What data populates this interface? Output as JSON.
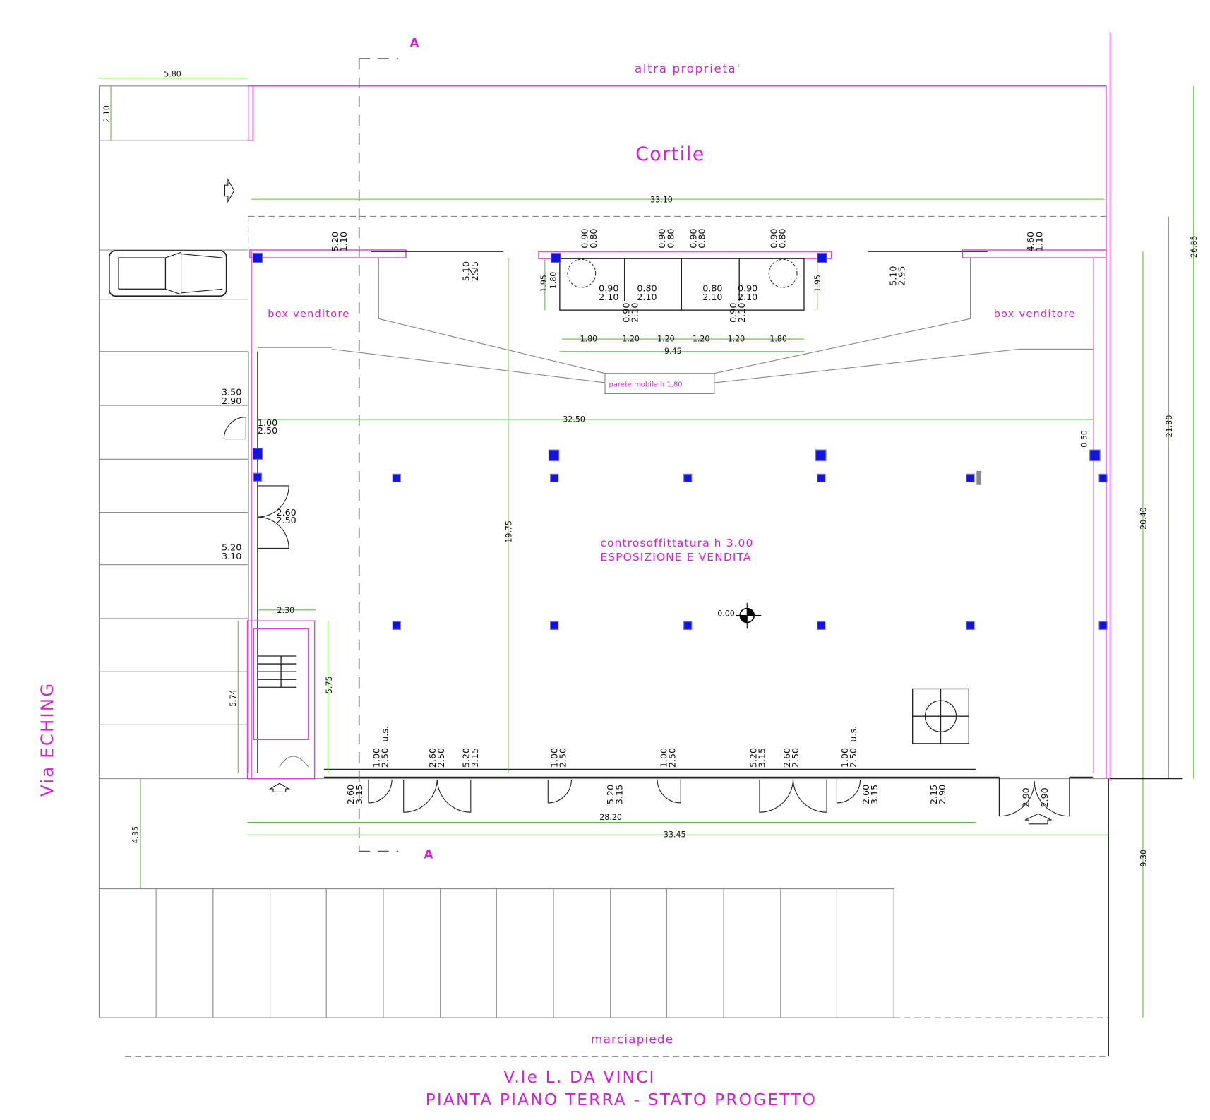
{
  "drawing": {
    "title": "PIANTA PIANO TERRA - STATO PROGETTO",
    "street_bottom": "V.le L. DA VINCI",
    "street_left": "Via ECHING",
    "colors": {
      "labels": "#d61fd6",
      "walls": "#e33de3",
      "dimensions": "#5cc23a",
      "columns": "#1414d8",
      "lines": "#222222"
    }
  },
  "areas": {
    "neighbor": "altra proprieta'",
    "courtyard": "Cortile",
    "sidewalk": "marciapiede",
    "box_left": "box venditore",
    "box_right": "box venditore",
    "movable_wall": "parete mobile h 1,80",
    "main_hall_line1": "controsoffittatura h 3.00",
    "main_hall_line2": "ESPOSIZIONE E VENDITA",
    "elevation_mark": "0.00"
  },
  "section_marker": {
    "label": "A"
  },
  "dimensions": {
    "top_box_width": "5.80",
    "top_box_height": "2.10",
    "courtyard_width": "33.10",
    "inner_width": "32.50",
    "front_width_1": "28.20",
    "front_width_2": "33.45",
    "inner_depth": "19.75",
    "stair_width": "2.30",
    "stair_depth_left": "5.74",
    "stair_depth_right": "5.75",
    "front_setback": "4.35",
    "wc_total": "9.45",
    "wc_segments": [
      "1.80",
      "1.20",
      "1.20",
      "1.20",
      "1.20",
      "1.80"
    ],
    "wc_height_left_a": "1.95",
    "wc_height_left_b": "1.80",
    "wc_height_right": "1.95",
    "column_offset": "0.50",
    "right_20_40": "20.40",
    "right_21_80": "21.80",
    "right_26_85": "26.85",
    "right_9_30": "9.30"
  },
  "openings": {
    "back_window_left": {
      "w": "5.20",
      "h": "1.10"
    },
    "back_window_right": {
      "w": "4.60",
      "h": "1.10"
    },
    "back_door_left": {
      "w": "5.10",
      "h": "2.95"
    },
    "back_door_right": {
      "w": "5.10",
      "h": "2.95"
    },
    "wc_windows": [
      {
        "w": "0.90",
        "h": "0.80"
      },
      {
        "w": "0.90",
        "h": "0.80"
      },
      {
        "w": "0.90",
        "h": "0.80"
      },
      {
        "w": "0.90",
        "h": "0.80"
      }
    ],
    "wc_doors": [
      {
        "w": "0.90",
        "h": "2.10"
      },
      {
        "w": "0.80",
        "h": "2.10"
      },
      {
        "w": "0.80",
        "h": "2.10"
      },
      {
        "w": "0.90",
        "h": "2.10"
      }
    ],
    "wc_entry_left": {
      "w": "0.90",
      "h": "2.10"
    },
    "wc_entry_right": {
      "w": "0.90",
      "h": "2.10"
    },
    "side_window_1": {
      "w": "3.50",
      "h": "2.90"
    },
    "side_door_1": {
      "w": "1.00",
      "h": "2.50"
    },
    "side_door_2": {
      "w": "2.60",
      "h": "2.50"
    },
    "side_window_2": {
      "w": "5.20",
      "h": "3.10"
    },
    "front": [
      {
        "w": "2.60",
        "h": "3.15"
      },
      {
        "w": "1.00",
        "h": "2.50",
        "note": "u.s."
      },
      {
        "w": "2.60",
        "h": "2.50"
      },
      {
        "w": "5.20",
        "h": "3.15"
      },
      {
        "w": "1.00",
        "h": "2.50"
      },
      {
        "w": "5.20",
        "h": "3.15"
      },
      {
        "w": "1.00",
        "h": "2.50"
      },
      {
        "w": "5.20",
        "h": "3.15"
      },
      {
        "w": "2.60",
        "h": "2.50"
      },
      {
        "w": "1.00",
        "h": "2.50",
        "note": "u.s."
      },
      {
        "w": "2.60",
        "h": "3.15"
      },
      {
        "w": "2.15",
        "h": "2.90"
      },
      {
        "w": "2.90",
        "h": ""
      },
      {
        "w": "2.90",
        "h": ""
      }
    ]
  }
}
